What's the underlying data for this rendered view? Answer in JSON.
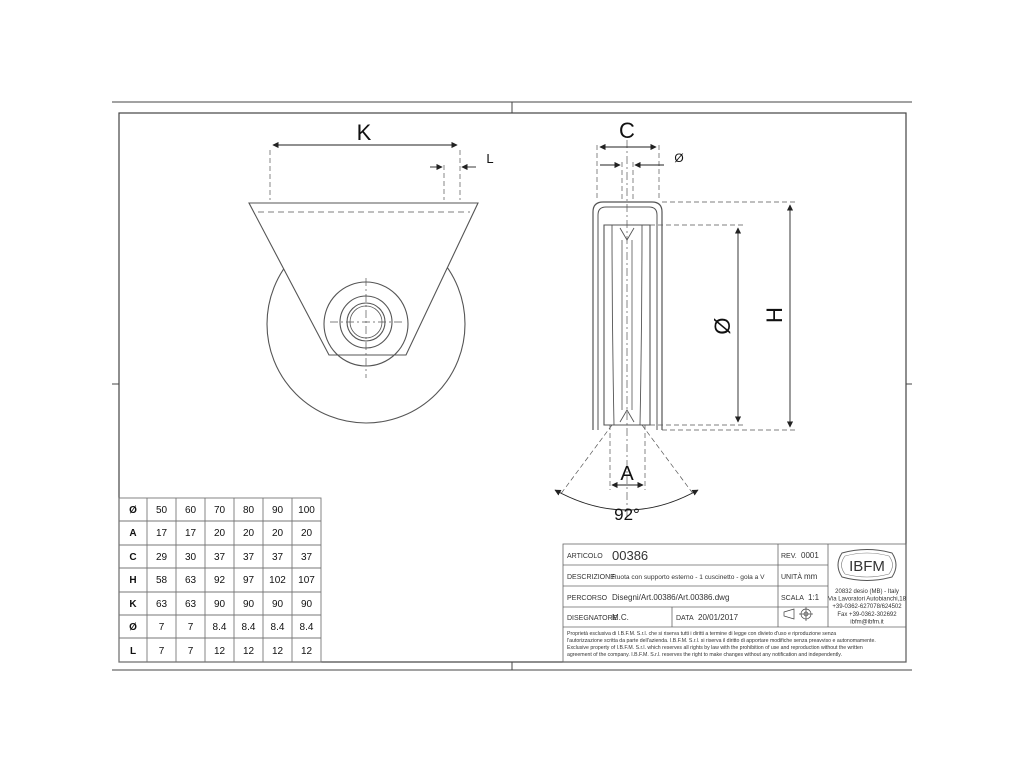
{
  "dimension_labels": {
    "K": "K",
    "L": "L",
    "C": "C",
    "diam_small": "Ø",
    "diam_large": "Ø",
    "H": "H",
    "A": "A",
    "angle": "92°"
  },
  "spec_table": {
    "rows": [
      {
        "label": "Ø",
        "values": [
          "50",
          "60",
          "70",
          "80",
          "90",
          "100"
        ]
      },
      {
        "label": "A",
        "values": [
          "17",
          "17",
          "20",
          "20",
          "20",
          "20"
        ]
      },
      {
        "label": "C",
        "values": [
          "29",
          "30",
          "37",
          "37",
          "37",
          "37"
        ]
      },
      {
        "label": "H",
        "values": [
          "58",
          "63",
          "92",
          "97",
          "102",
          "107"
        ]
      },
      {
        "label": "K",
        "values": [
          "63",
          "63",
          "90",
          "90",
          "90",
          "90"
        ]
      },
      {
        "label": "Ø",
        "values": [
          "7",
          "7",
          "8.4",
          "8.4",
          "8.4",
          "8.4"
        ]
      },
      {
        "label": "L",
        "values": [
          "7",
          "7",
          "12",
          "12",
          "12",
          "12"
        ]
      }
    ]
  },
  "title_block": {
    "articolo_label": "ARTICOLO",
    "articolo_value": "00386",
    "rev_label": "REV.",
    "rev_value": "0001",
    "descrizione_label": "DESCRIZIONE",
    "descrizione_value": "Ruota con supporto esterno - 1 cuscinetto - gola a V",
    "unita_label": "UNITÀ",
    "unita_value": "mm",
    "percorso_label": "PERCORSO",
    "percorso_value": "Disegni/Art.00386/Art.00386.dwg",
    "scala_label": "SCALA",
    "scala_value": "1:1",
    "disegnatore_label": "DISEGNATORE",
    "disegnatore_value": "M.C.",
    "data_label": "DATA",
    "data_value": "20/01/2017",
    "logo_text": "IBFM",
    "address_lines": [
      "20832 desio (MB) - Italy",
      "Via Lavoratori Autobianchi,18",
      "+39-0362-627078/624502",
      "Fax +39-0362-302692",
      "ibfm@ibfm.it"
    ],
    "disclaimer_lines": [
      "Proprietà esclusiva di I.B.F.M. S.r.l. che si riserva tutti i diritti a termine di legge con divieto d'uso e riproduzione senza",
      "l'autorizzazione scritta da parte dell'azienda. I.B.F.M. S.r.l. si riserva il diritto di apportare modifiche senza preavviso e autonomamente.",
      "Exclusive property of I.B.F.M. S.r.l. which reserves all rights by law with the prohibition of use and reproduction without the written",
      "agreement of the company. I.B.F.M. S.r.l. reserves the right to make changes without any notification and independently."
    ]
  }
}
